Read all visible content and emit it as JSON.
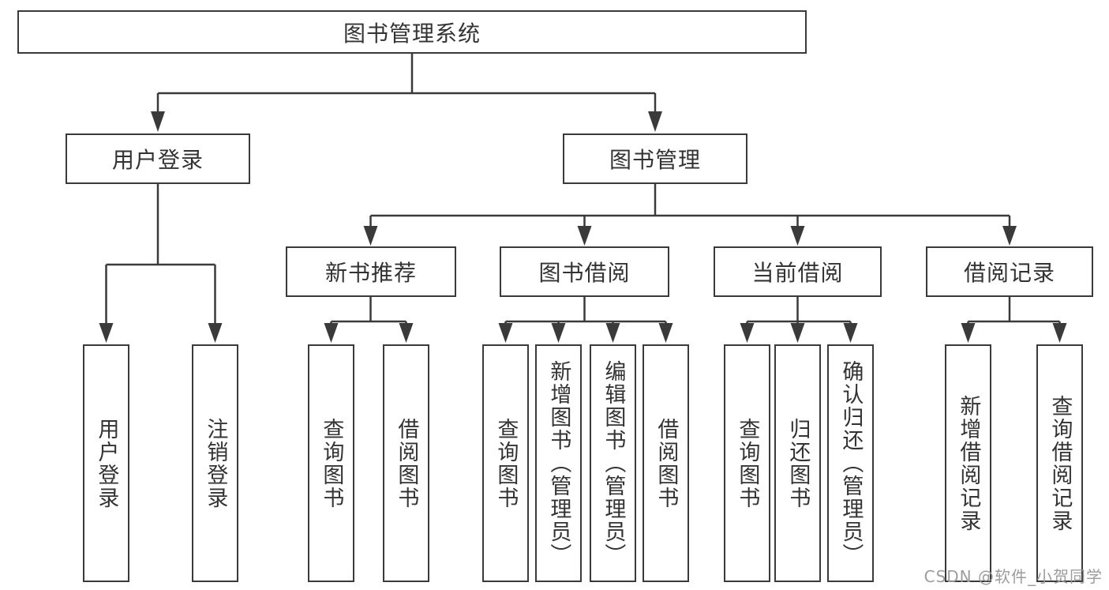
{
  "colors": {
    "background": "#ffffff",
    "line": "#3a3a3a",
    "box_border": "#3a3a3a",
    "text": "#333333",
    "watermark": "#9c9c9c"
  },
  "watermark": {
    "text": "CSDN @软件_小贺同学"
  },
  "diagram": {
    "type": "hierarchy-tree",
    "root": {
      "label": "图书管理系统"
    },
    "branches": [
      {
        "label": "用户登录",
        "children": [
          {
            "label": "用户登录"
          },
          {
            "label": "注销登录"
          }
        ]
      },
      {
        "label": "图书管理",
        "children": [
          {
            "label": "新书推荐",
            "children": [
              {
                "label": "查询图书"
              },
              {
                "label": "借阅图书"
              }
            ]
          },
          {
            "label": "图书借阅",
            "children": [
              {
                "label": "查询图书"
              },
              {
                "label": "新增图书（管理员）"
              },
              {
                "label": "编辑图书（管理员）"
              },
              {
                "label": "借阅图书"
              }
            ]
          },
          {
            "label": "当前借阅",
            "children": [
              {
                "label": "查询图书"
              },
              {
                "label": "归还图书"
              },
              {
                "label": "确认归还（管理员）"
              }
            ]
          },
          {
            "label": "借阅记录",
            "children": [
              {
                "label": "新增借阅记录"
              },
              {
                "label": "查询借阅记录"
              }
            ]
          }
        ]
      }
    ]
  }
}
